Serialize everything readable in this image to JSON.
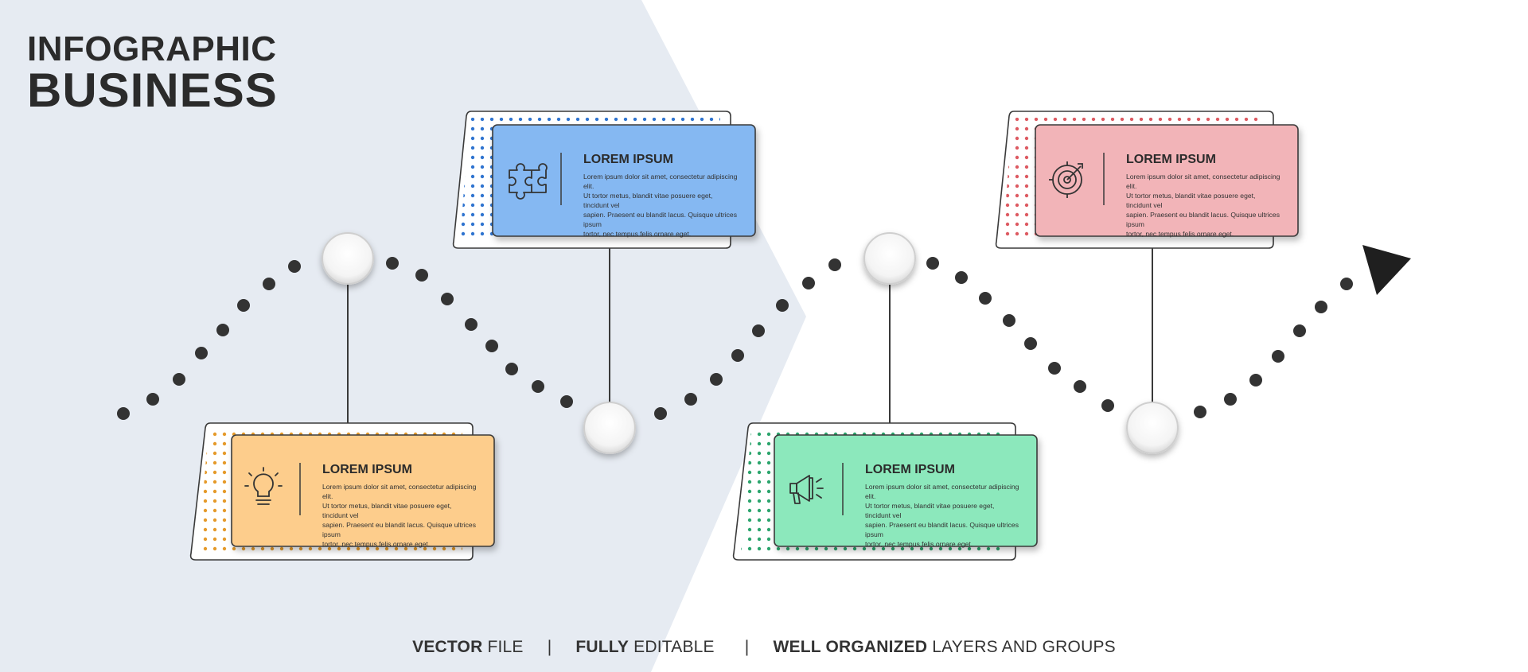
{
  "title": {
    "line1": "INFOGRAPHIC",
    "line2": "BUSINESS"
  },
  "colors": {
    "background_panel": "#e6ebf2",
    "blue": "#85b8f2",
    "blue_dots": "#2f74d0",
    "pink": "#f2b4b8",
    "pink_dots": "#dd5a62",
    "orange": "#fdcd8c",
    "orange_dots": "#e59a2a",
    "green": "#8ce8bc",
    "green_dots": "#2ca56d",
    "path_dots": "#333333"
  },
  "cards": [
    {
      "id": "puzzle",
      "icon": "puzzle-icon",
      "title": "LOREM IPSUM",
      "body_lines": [
        "Lorem ipsum dolor sit amet, consectetur adipiscing elit.",
        "Ut tortor metus, blandit vitae posuere eget, tincidunt vel",
        "sapien. Praesent eu blandit lacus. Quisque ultrices ipsum",
        "tortor, nec tempus felis ornare eget."
      ]
    },
    {
      "id": "target",
      "icon": "target-icon",
      "title": "LOREM IPSUM",
      "body_lines": [
        "Lorem ipsum dolor sit amet, consectetur adipiscing elit.",
        "Ut tortor metus, blandit vitae posuere eget, tincidunt vel",
        "sapien. Praesent eu blandit lacus. Quisque ultrices ipsum",
        "tortor, nec tempus felis ornare eget."
      ]
    },
    {
      "id": "bulb",
      "icon": "lightbulb-icon",
      "title": "LOREM IPSUM",
      "body_lines": [
        "Lorem ipsum dolor sit amet, consectetur adipiscing elit.",
        "Ut tortor metus, blandit vitae posuere eget, tincidunt vel",
        "sapien. Praesent eu blandit lacus. Quisque ultrices ipsum",
        "tortor, nec tempus felis ornare eget."
      ]
    },
    {
      "id": "megaphone",
      "icon": "megaphone-icon",
      "title": "LOREM IPSUM",
      "body_lines": [
        "Lorem ipsum dolor sit amet, consectetur adipiscing elit.",
        "Ut tortor metus, blandit vitae posuere eget, tincidunt vel",
        "sapien. Praesent eu blandit lacus. Quisque ultrices ipsum",
        "tortor, nec tempus felis ornare eget."
      ]
    }
  ],
  "footer": {
    "part1_bold": "VECTOR",
    "part1_rest": " FILE",
    "part2_bold": "FULLY",
    "part2_rest": " EDITABLE",
    "part3_bold": "WELL ORGANIZED",
    "part3_rest": " LAYERS AND GROUPS",
    "separator": "|"
  }
}
